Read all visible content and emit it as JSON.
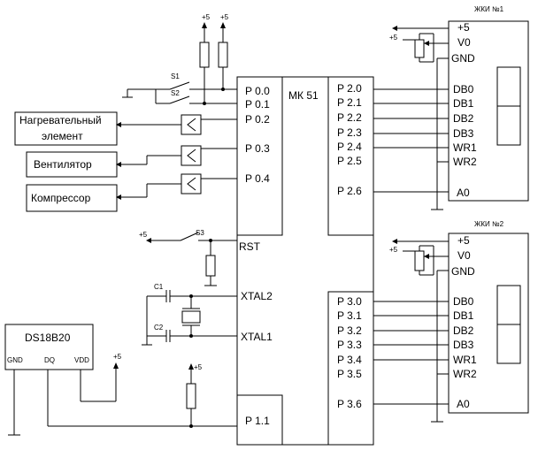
{
  "mcu": {
    "name": "МК 51",
    "left_pins": [
      "P 0.0",
      "P 0.1",
      "P 0.2",
      "P 0.3",
      "P 0.4"
    ],
    "port2_pins": [
      "P 2.0",
      "P 2.1",
      "P 2.2",
      "P 2.3",
      "P 2.4",
      "P 2.5",
      "P 2.6"
    ],
    "port3_pins": [
      "P 3.0",
      "P 3.1",
      "P 3.2",
      "P 3.3",
      "P 3.4",
      "P 3.5",
      "P 3.6"
    ],
    "rst": "RST",
    "xtal2": "XTAL2",
    "xtal1": "XTAL1",
    "p11": "P 1.1"
  },
  "lcd1": {
    "title": "ЖКИ №1",
    "power_pins": [
      "+5",
      "V0",
      "GND"
    ],
    "data_pins": [
      "DB0",
      "DB1",
      "DB2",
      "DB3",
      "WR1",
      "WR2"
    ],
    "a0": "A0"
  },
  "lcd2": {
    "title": "ЖКИ №2",
    "power_pins": [
      "+5",
      "V0",
      "GND"
    ],
    "data_pins": [
      "DB0",
      "DB1",
      "DB2",
      "DB3",
      "WR1",
      "WR2"
    ],
    "a0": "A0"
  },
  "loads": {
    "heater_line1": "Нагревательный",
    "heater_line2": "элемент",
    "fan": "Вентилятор",
    "compressor": "Компрессор"
  },
  "sensor": {
    "name": "DS18B20",
    "pins": [
      "GND",
      "DQ",
      "VDD"
    ]
  },
  "components": {
    "s1": "S1",
    "s2": "S2",
    "s3": "S3",
    "c1": "C1",
    "c2": "C2"
  },
  "power_label": "+5"
}
